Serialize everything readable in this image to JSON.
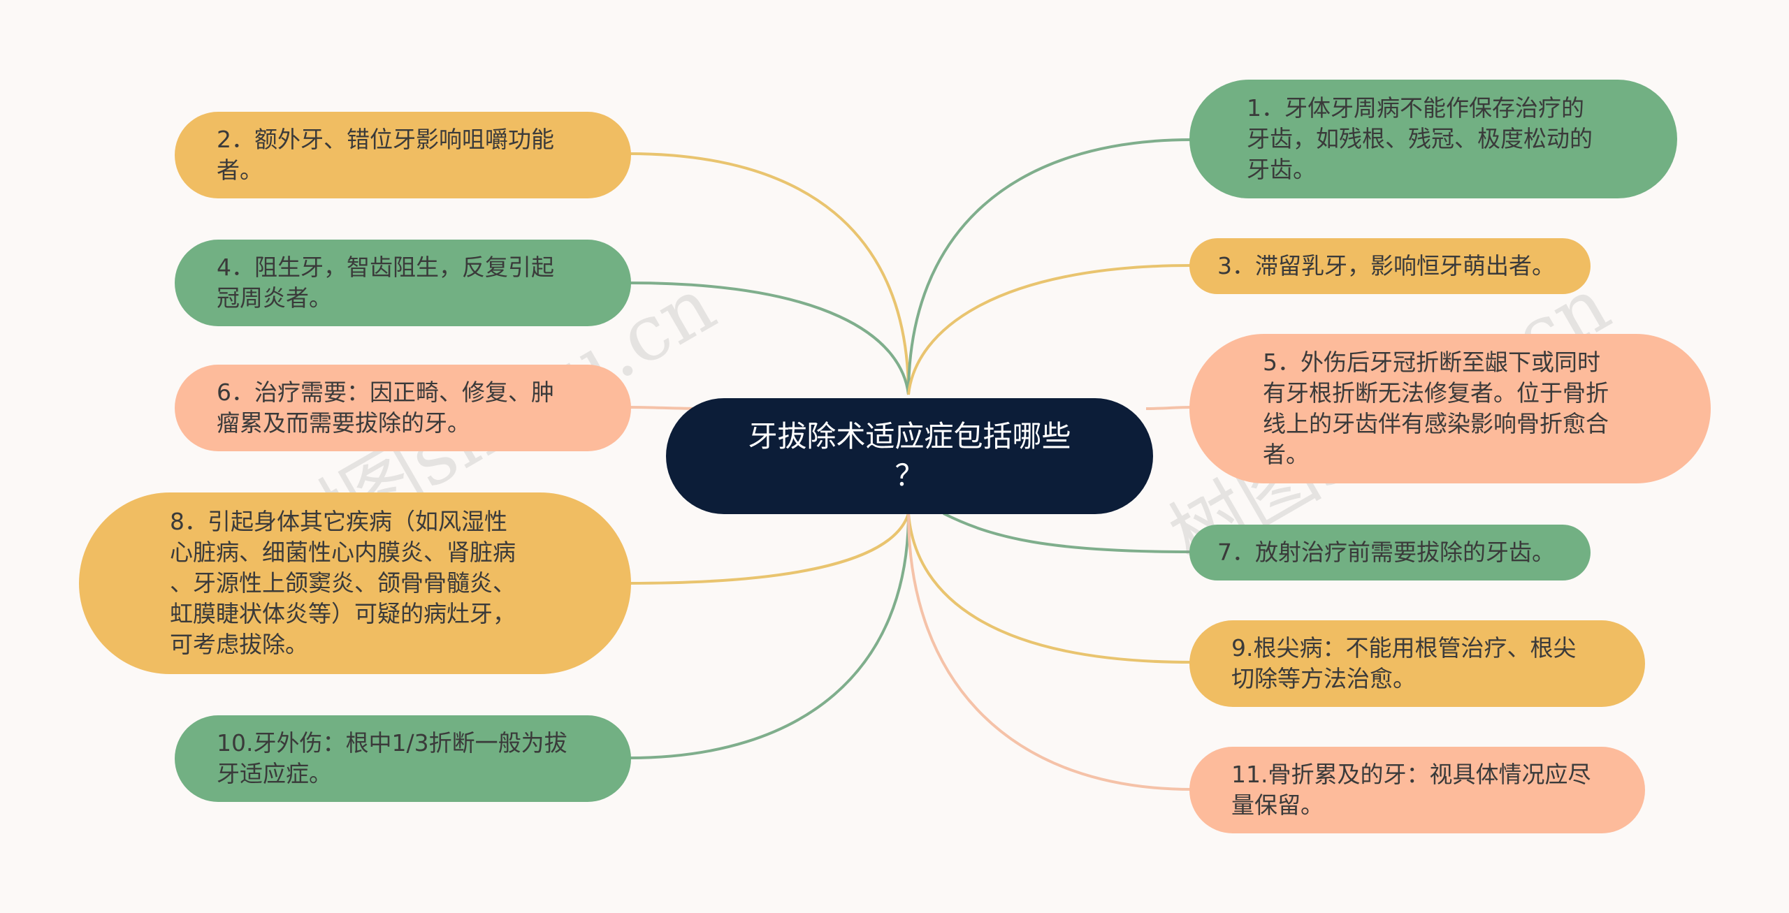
{
  "root": {
    "text": "牙拔除术适应症包括哪些\n？"
  },
  "watermark": "树图shutu.cn",
  "colors": {
    "yellow": "#f0bd62",
    "green": "#72b083",
    "peach": "#fdbb9b",
    "root": "#0c1d38",
    "background": "#fcf9f7"
  },
  "left_nodes": [
    {
      "text": "2．额外牙、错位牙影响咀嚼功能\n者。",
      "color": "yellow"
    },
    {
      "text": "4．阻生牙，智齿阻生，反复引起\n冠周炎者。",
      "color": "green"
    },
    {
      "text": "6．治疗需要：因正畸、修复、肿\n瘤累及而需要拔除的牙。",
      "color": "peach"
    },
    {
      "text": "8．引起身体其它疾病（如风湿性\n心脏病、细菌性心内膜炎、肾脏病\n、牙源性上颌窦炎、颌骨骨髓炎、\n虹膜睫状体炎等）可疑的病灶牙，\n可考虑拔除。",
      "color": "yellow"
    },
    {
      "text": "10.牙外伤：根中1/3折断一般为拔\n牙适应症。",
      "color": "green"
    }
  ],
  "right_nodes": [
    {
      "text": "1．牙体牙周病不能作保存治疗的\n牙齿，如残根、残冠、极度松动的\n牙齿。",
      "color": "green"
    },
    {
      "text": "3．滞留乳牙，影响恒牙萌出者。",
      "color": "yellow"
    },
    {
      "text": "5．外伤后牙冠折断至龈下或同时\n有牙根折断无法修复者。位于骨折\n线上的牙齿伴有感染影响骨折愈合\n者。",
      "color": "peach"
    },
    {
      "text": "7．放射治疗前需要拔除的牙齿。",
      "color": "green"
    },
    {
      "text": "9.根尖病：不能用根管治疗、根尖\n切除等方法治愈。",
      "color": "yellow"
    },
    {
      "text": "11.骨折累及的牙：视具体情况应尽\n量保留。",
      "color": "peach"
    }
  ]
}
